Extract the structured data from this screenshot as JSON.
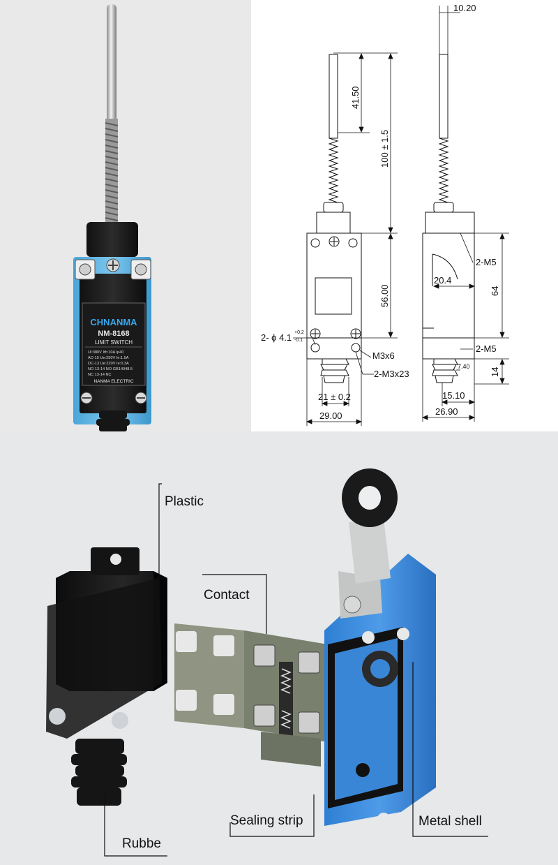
{
  "product": {
    "brand": "CHNANMA",
    "model": "NM-8168",
    "type": "LIMIT SWITCH",
    "ratings": [
      "Ui:380V  Ith:10A   Ip40",
      "AC-15  Ue:250V  Ie:1.5A",
      "DC-13  Ue:220V  Ie:0.3A",
      "NO 13-14 NO  GB14048.5",
      "NC 13-14 NC"
    ],
    "maker": "NANMA  ELECTRIC"
  },
  "dimensions": {
    "top_width": "10.20",
    "rod_length": "41.50",
    "total_length": "100 ± 1.5",
    "body_height": "56.00",
    "mount_hole_prefix": "2- ϕ 4.1",
    "mount_hole_tol_upper": "+0.2",
    "mount_hole_tol_lower": "-0.1",
    "screw_m3x6": "M3x6",
    "screw_m3x23": "2-M3x23",
    "plunger_width": "21 ± 0.2",
    "body_width": "29.00",
    "m5_top": "2-M5",
    "side_depth": "20.4",
    "side_height": "64",
    "m5_bottom": "2-M5",
    "step": "7.40",
    "bottom_height": "14",
    "base_offset": "15.10",
    "side_width": "26.90"
  },
  "callouts": {
    "plastic": "Plastic",
    "contact": "Contact",
    "sealing_strip": "Sealing strip",
    "metal_shell": "Metal shell",
    "rubber": "Rubbe"
  },
  "colors": {
    "switch_body": "#1c1c1c",
    "mounting_plate": "#5fb4e0",
    "metal_shell": "#3a86d6",
    "contact_block": "#8f9582",
    "rod": "#c8c8c8"
  }
}
